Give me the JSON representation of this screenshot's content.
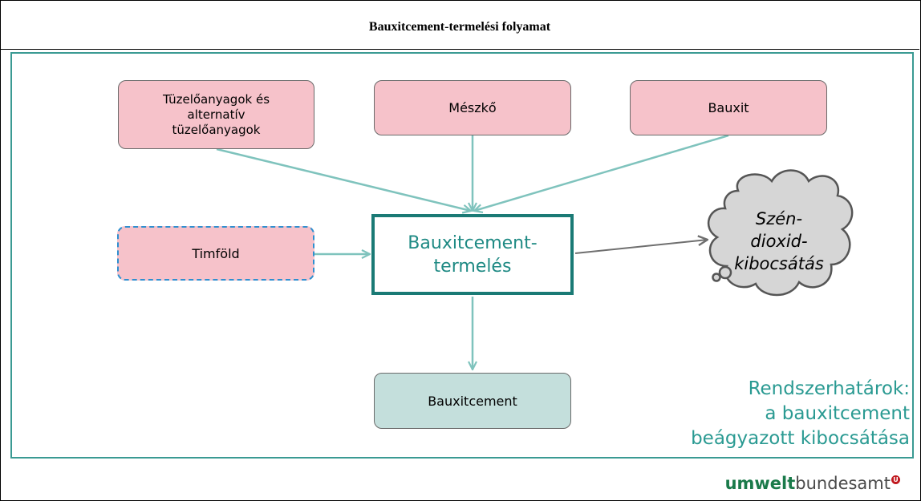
{
  "header": {
    "title": "Bauxitcement-termelési folyamat"
  },
  "inputs": {
    "fuels": {
      "line1": "Tüzelőanyagok és",
      "line2": "alternatív",
      "line3": "tüzelőanyagok"
    },
    "limestone": "Mészkő",
    "bauxite": "Bauxit",
    "alumina": "Timföld"
  },
  "process": {
    "line1": "Bauxitcement-",
    "line2": "termelés"
  },
  "emission": {
    "line1": "Szén-",
    "line2": "dioxid-",
    "line3": "kibocsátás"
  },
  "output": "Bauxitcement",
  "boundary": {
    "line1": "Rendszerhatárok:",
    "line2": "a bauxitcement",
    "line3": "beágyazott kibocsátása"
  },
  "logo": {
    "bold": "umwelt",
    "regular": "bundesamt",
    "mark": "U"
  },
  "colors": {
    "input_fill": "#f6c2ca",
    "output_fill": "#c4dfdc",
    "accent": "#1f8a84",
    "arrow": "#7fc3bd",
    "alumina_border": "#2e8fd0",
    "cloud_fill": "#d6d6d6"
  }
}
